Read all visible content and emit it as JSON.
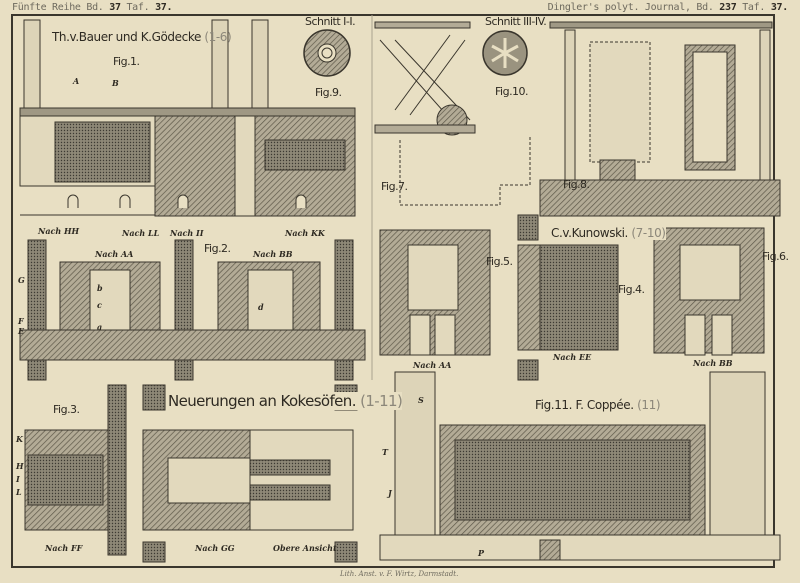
{
  "header": {
    "left_series": "Fünfte Reihe Bd.",
    "left_vol": "37",
    "left_taf": "Taf.",
    "left_num": "37.",
    "right_journal": "Dingler's polyt. Journal, Bd.",
    "right_vol": "237",
    "right_taf": "Taf.",
    "right_num": "37."
  },
  "plate": {
    "main_title": "Neuerungen an Kokesöfen.",
    "main_range": "(1-11)",
    "section1_author": "Th.v.Bauer und K.Gödecke",
    "section1_range": "(1-6)",
    "section2_author": "C.v.Kunowski.",
    "section2_range": "(7-10)",
    "section3_author": "Fig.11. F. Coppée.",
    "section3_range": "(11)"
  },
  "figures": {
    "fig1": "Fig.1.",
    "fig2": "Fig.2.",
    "fig3": "Fig.3.",
    "fig4": "Fig.4.",
    "fig5": "Fig.5.",
    "fig6": "Fig.6.",
    "fig7": "Fig.7.",
    "fig8": "Fig.8.",
    "fig9": "Fig.9.",
    "fig10": "Fig.10.",
    "schnitt1": "Schnitt I-I.",
    "schnitt2": "Schnitt III-IV."
  },
  "captions": {
    "nach_hh": "Nach HH",
    "nach_ll": "Nach LL",
    "nach_ii": "Nach II",
    "nach_kk": "Nach KK",
    "nach_aa_fig2": "Nach AA",
    "nach_bb_fig2": "Nach BB",
    "nach_aa_fig5": "Nach AA",
    "nach_ee": "Nach EE",
    "nach_bb_fig6": "Nach BB",
    "nach_ff": "Nach FF",
    "nach_gg": "Nach GG",
    "obere_ansicht": "Obere Ansicht"
  },
  "letters": {
    "A": "A",
    "B": "B",
    "G": "G",
    "F": "F",
    "E": "E",
    "K": "K",
    "H": "H",
    "I": "I",
    "L": "L",
    "S": "S",
    "T": "T",
    "J": "J",
    "P": "P",
    "b": "b",
    "c": "c",
    "d": "d",
    "a": "a"
  },
  "imprint": "Lith. Anst. v. F. Wirtz, Darmstadt."
}
